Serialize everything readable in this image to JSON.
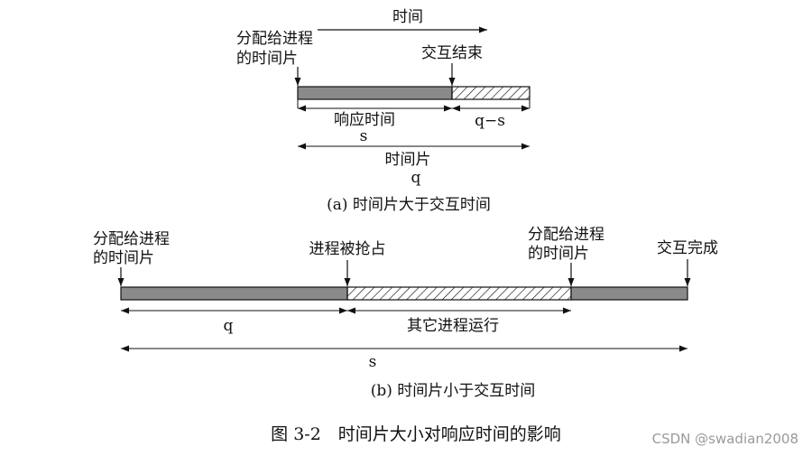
{
  "diagram_a": {
    "time_label": "时间",
    "alloc_line1": "分配给进程",
    "alloc_line2": "的时间片",
    "interaction_end": "交互结束",
    "response_time": "响应时间",
    "q_minus_s": "q−s",
    "s_label": "s",
    "slice_label": "时间片",
    "q_label": "q",
    "caption": "(a) 时间片大于交互时间"
  },
  "diagram_b": {
    "alloc1_line1": "分配给进程",
    "alloc1_line2": "的时间片",
    "preempted": "进程被抢占",
    "alloc2_line1": "分配给进程",
    "alloc2_line2": "的时间片",
    "interaction_done": "交互完成",
    "q_label": "q",
    "other_running": "其它进程运行",
    "s_label": "s",
    "caption": "(b) 时间片小于交互时间"
  },
  "figure_caption": "图 3-2　时间片大小对响应时间的影响",
  "watermark": "CSDN @swadian2008",
  "colors": {
    "bar_fill": "#8a8a8a",
    "stroke": "#111111",
    "hatch": "#111111"
  }
}
